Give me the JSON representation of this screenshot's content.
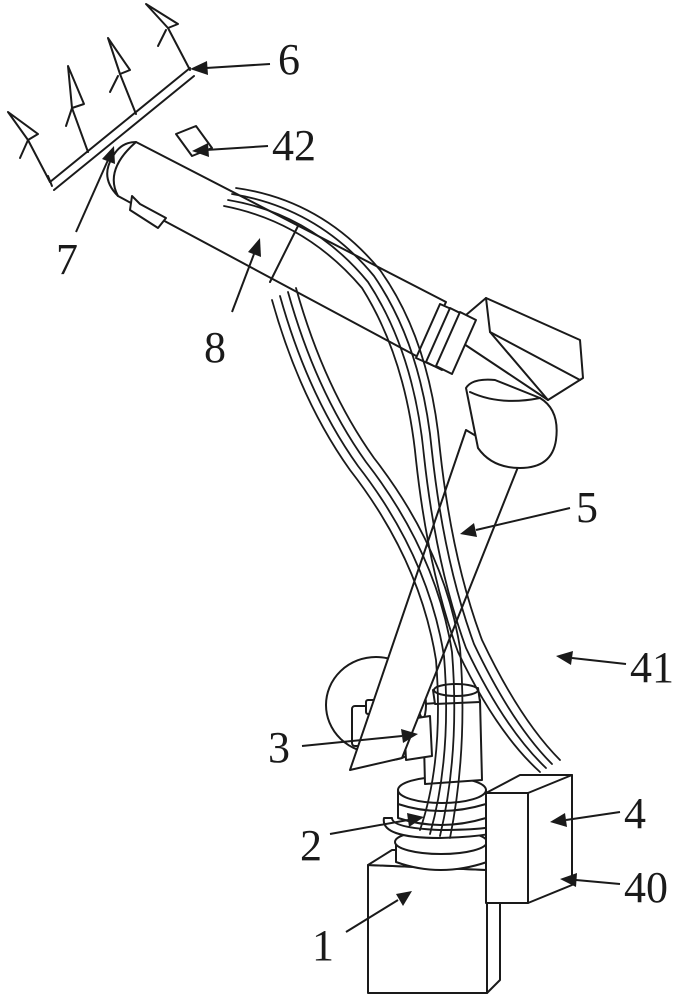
{
  "figure": {
    "labels": {
      "l1": "1",
      "l2": "2",
      "l3": "3",
      "l4": "4",
      "l5": "5",
      "l6": "6",
      "l7": "7",
      "l8": "8",
      "l40": "40",
      "l41": "41",
      "l42": "42"
    },
    "line_color": "#1a1a1a",
    "background": "#ffffff"
  }
}
